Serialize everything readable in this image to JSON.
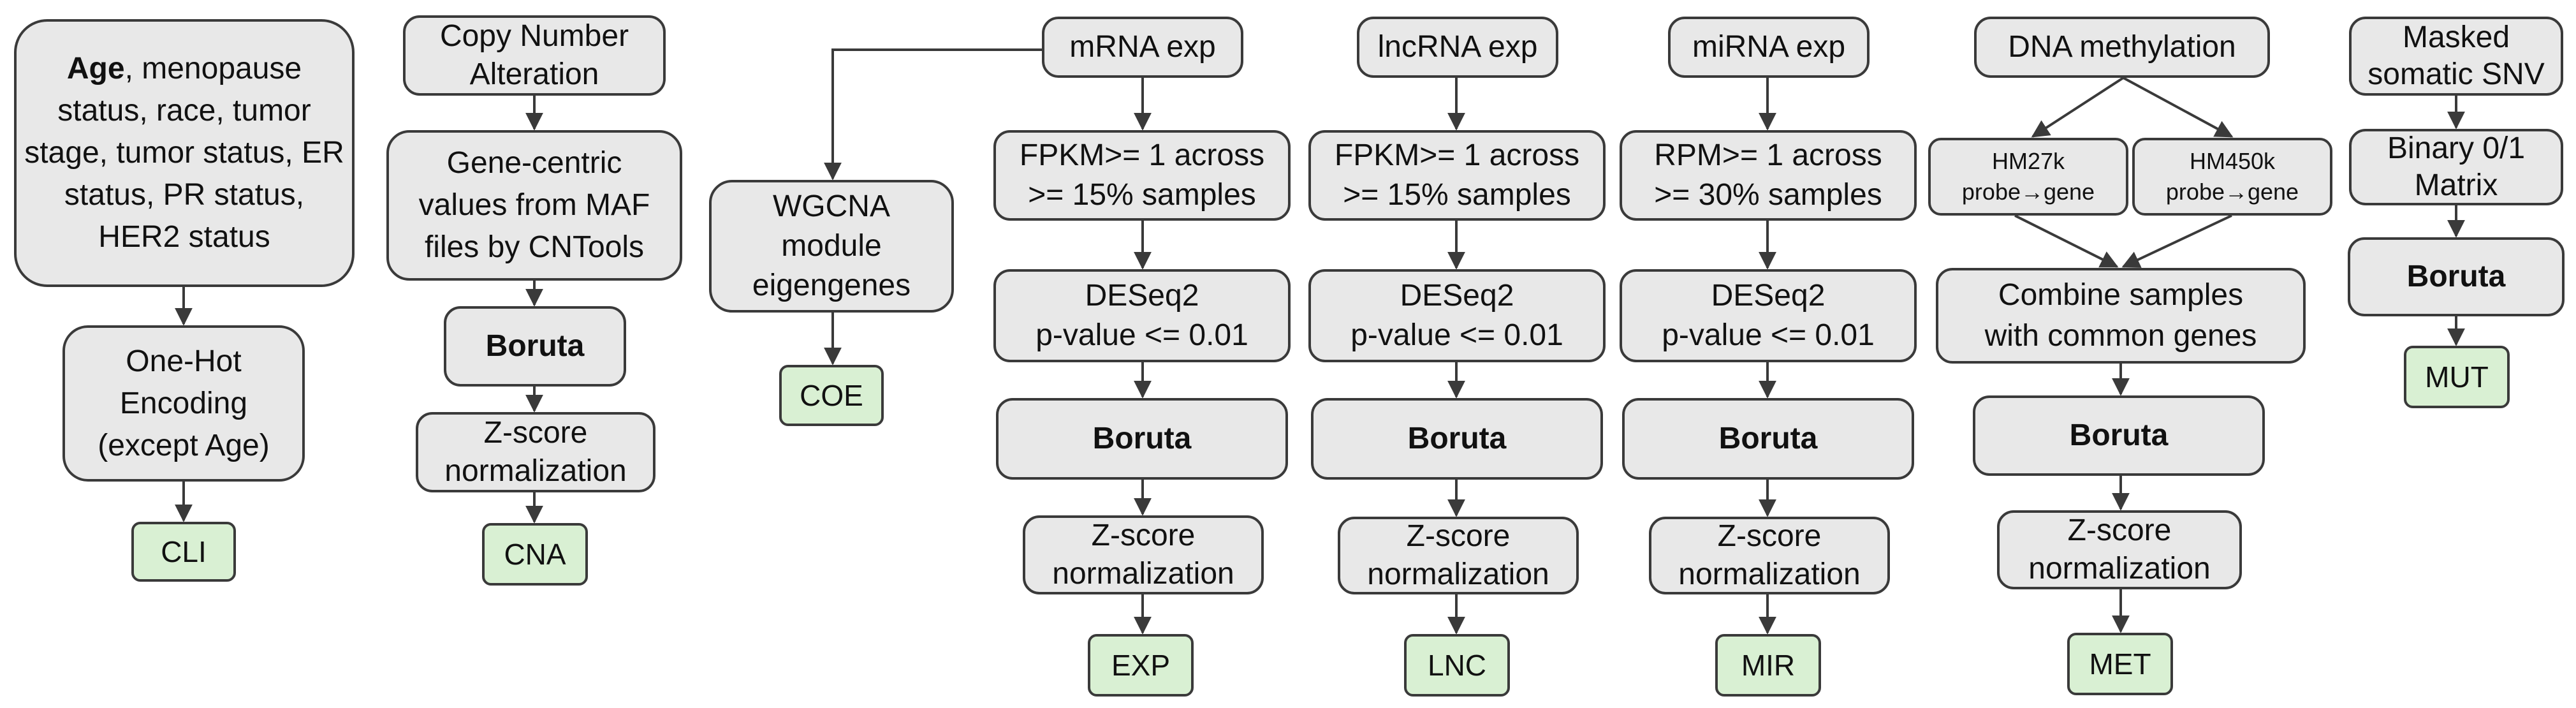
{
  "colors": {
    "box_fill": "#e8e8e8",
    "output_fill": "#d9f0d3",
    "stroke": "#3a3a3a"
  },
  "cli": {
    "input_bold": "Age",
    "input_rest": ", menopause status, race, tumor stage, tumor status, ER status, PR status, HER2 status",
    "encoding": "One-Hot\nEncoding\n(except Age)",
    "output": "CLI"
  },
  "cna": {
    "input": "Copy Number\nAlteration",
    "gene_values": "Gene-centric\nvalues from MAF\nfiles by CNTools",
    "boruta": "Boruta",
    "zscore": "Z-score\nnormalization",
    "output": "CNA"
  },
  "coe": {
    "wgcna": "WGCNA\nmodule\neigengenes",
    "output": "COE"
  },
  "exp": {
    "input": "mRNA exp",
    "filter": "FPKM>= 1 across\n>= 15% samples",
    "deseq": "DESeq2\np-value <= 0.01",
    "boruta": "Boruta",
    "zscore": "Z-score\nnormalization",
    "output": "EXP"
  },
  "lnc": {
    "input": "lncRNA exp",
    "filter": "FPKM>= 1 across\n>= 15% samples",
    "deseq": "DESeq2\np-value <= 0.01",
    "boruta": "Boruta",
    "zscore": "Z-score\nnormalization",
    "output": "LNC"
  },
  "mir": {
    "input": "miRNA exp",
    "filter": "RPM>= 1 across\n>= 30% samples",
    "deseq": "DESeq2\np-value <= 0.01",
    "boruta": "Boruta",
    "zscore": "Z-score\nnormalization",
    "output": "MIR"
  },
  "met": {
    "input": "DNA methylation",
    "hm27k": "HM27k\nprobe→gene",
    "hm450k": "HM450k\nprobe→gene",
    "combine": "Combine samples\nwith common genes",
    "boruta": "Boruta",
    "zscore": "Z-score\nnormalization",
    "output": "MET"
  },
  "mut": {
    "input": "Masked\nsomatic SNV",
    "binary": "Binary 0/1\nMatrix",
    "boruta": "Boruta",
    "output": "MUT"
  }
}
